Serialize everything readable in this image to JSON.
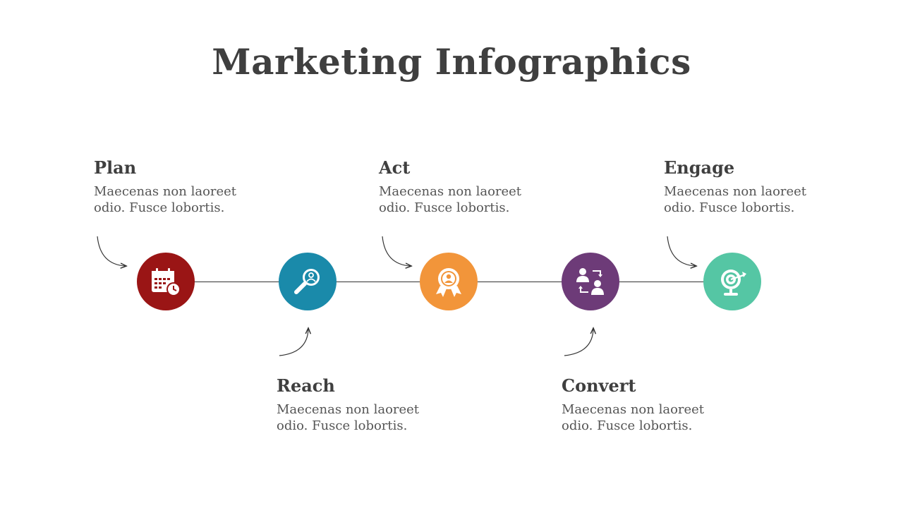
{
  "title": "Marketing Infographics",
  "steps": [
    {
      "title": "Plan",
      "desc_line1": "Maecenas non laoreet",
      "desc_line2": "odio. Fusce lobortis.",
      "color": "#9a1515",
      "icon": "calendar-clock-icon"
    },
    {
      "title": "Reach",
      "desc_line1": "Maecenas non laoreet",
      "desc_line2": "odio. Fusce lobortis.",
      "color": "#1a8aaa",
      "icon": "search-user-icon"
    },
    {
      "title": "Act",
      "desc_line1": "Maecenas non laoreet",
      "desc_line2": "odio. Fusce lobortis.",
      "color": "#f2953a",
      "icon": "badge-user-icon"
    },
    {
      "title": "Convert",
      "desc_line1": "Maecenas non laoreet",
      "desc_line2": "odio. Fusce lobortis.",
      "color": "#6d3b78",
      "icon": "user-exchange-icon"
    },
    {
      "title": "Engage",
      "desc_line1": "Maecenas non laoreet",
      "desc_line2": "odio. Fusce lobortis.",
      "color": "#55c6a4",
      "icon": "target-dart-icon"
    }
  ]
}
